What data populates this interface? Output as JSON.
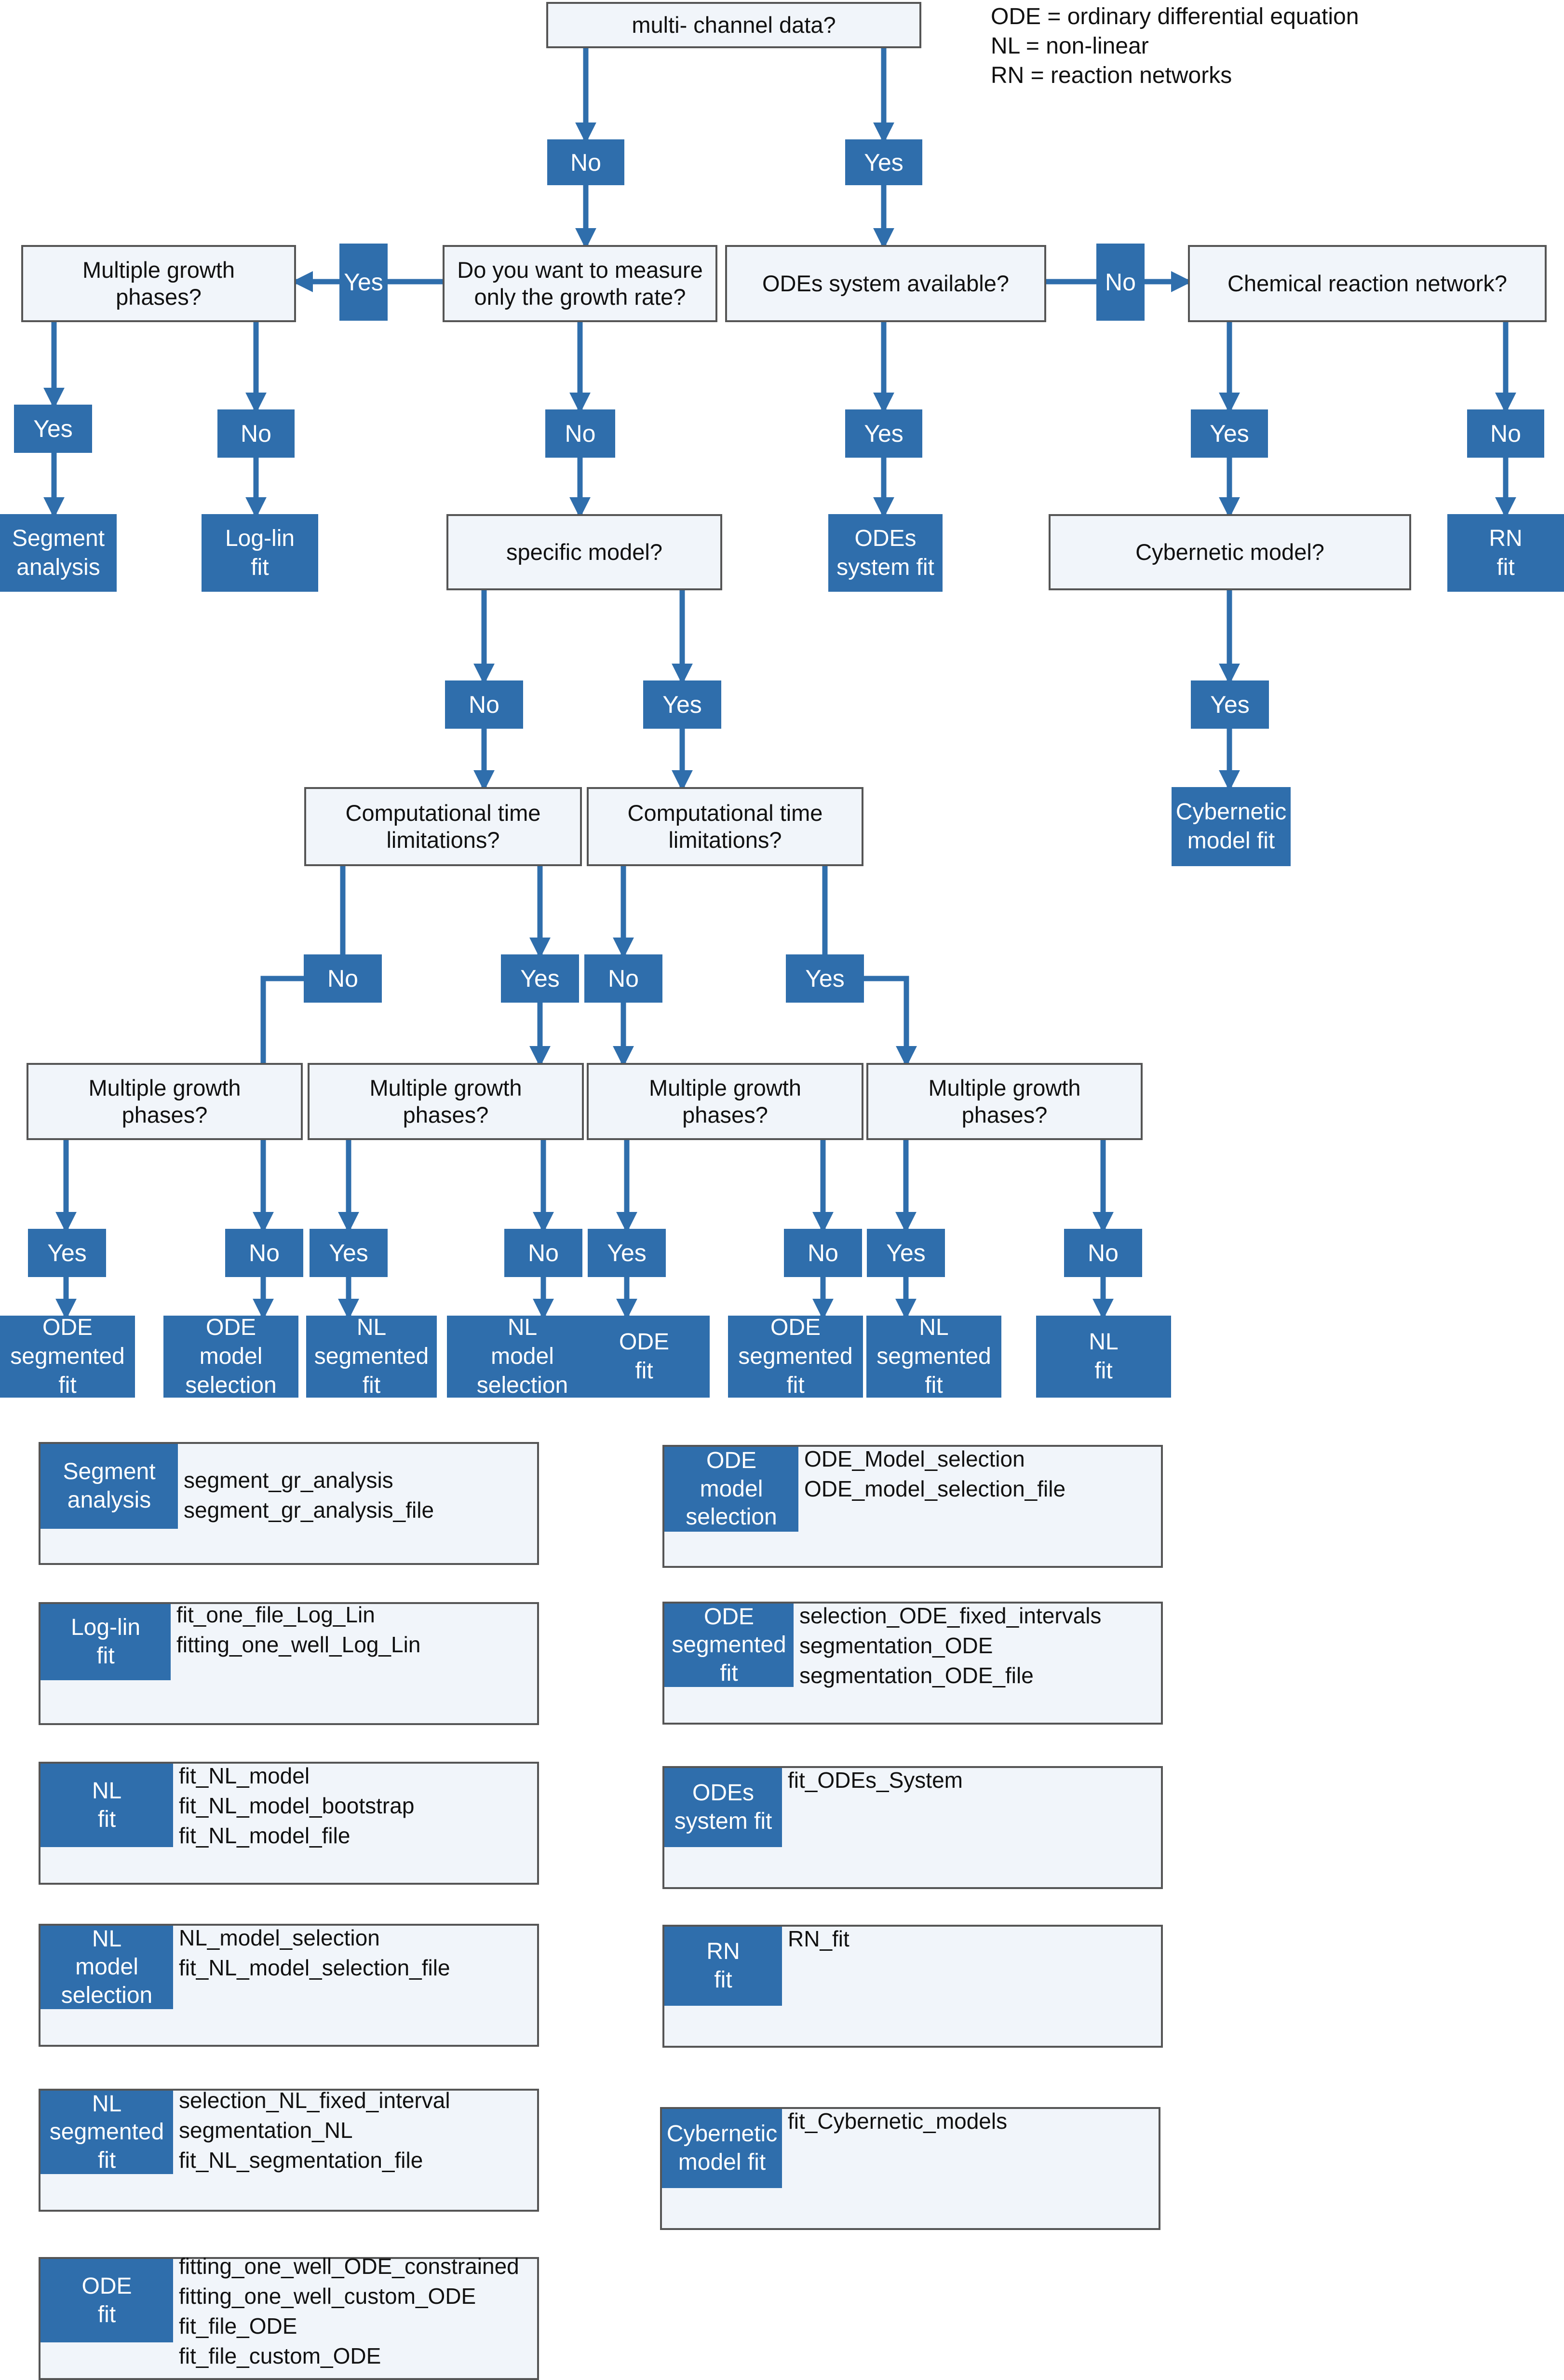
{
  "legend": [
    "ODE = ordinary differential equation",
    "NL = non-linear",
    "RN = reaction networks"
  ],
  "questions": {
    "q_multichannel": "multi- channel data?",
    "q_growth_rate": "Do you want to measure\nonly the growth rate?",
    "q_multi_phase_top": "Multiple growth\nphases?",
    "q_odes_available": "ODEs system available?",
    "q_chem_network": "Chemical reaction network?",
    "q_specific_model": "specific model?",
    "q_cybernetic": "Cybernetic model?",
    "q_comp_time_1": "Computational time\nlimitations?",
    "q_comp_time_2": "Computational time\nlimitations?",
    "q_multi_phase_1": "Multiple growth\nphases?",
    "q_multi_phase_2": "Multiple growth\nphases?",
    "q_multi_phase_3": "Multiple growth\nphases?",
    "q_multi_phase_4": "Multiple growth\nphases?"
  },
  "answers": {
    "yes": "Yes",
    "no": "No"
  },
  "results": {
    "segment_analysis": "Segment\nanalysis",
    "log_lin_fit": "Log-lin\nfit",
    "odes_system_fit": "ODEs\nsystem fit",
    "rn_fit": "RN\nfit",
    "cybernetic_fit": "Cybernetic\nmodel fit",
    "ode_segmented_fit_1": "ODE\nsegmented\nfit",
    "ode_model_selection": "ODE\nmodel\nselection",
    "nl_segmented_fit_1": "NL\nsegmented\nfit",
    "nl_model_selection": "NL\nmodel\nselection",
    "ode_fit": "ODE\nfit",
    "ode_segmented_fit_2": "ODE\nsegmented\nfit",
    "nl_segmented_fit_2": "NL\nsegmented\nfit",
    "nl_fit": "NL\nfit"
  },
  "functions": [
    {
      "label": "Segment\nanalysis",
      "items": [
        "segment_gr_analysis",
        "segment_gr_analysis_file"
      ]
    },
    {
      "label": "Log-lin\nfit",
      "items": [
        "fit_one_file_Log_Lin",
        "fitting_one_well_Log_Lin"
      ]
    },
    {
      "label": "NL\nfit",
      "items": [
        "fit_NL_model",
        "fit_NL_model_bootstrap",
        "fit_NL_model_file"
      ]
    },
    {
      "label": "NL\nmodel\nselection",
      "items": [
        "NL_model_selection",
        "fit_NL_model_selection_file"
      ]
    },
    {
      "label": "NL\nsegmented\nfit",
      "items": [
        "selection_NL_fixed_interval",
        "segmentation_NL",
        "fit_NL_segmentation_file"
      ]
    },
    {
      "label": "ODE\nfit",
      "items": [
        "fitting_one_well_ODE_constrained",
        "fitting_one_well_custom_ODE",
        "fit_file_ODE",
        "fit_file_custom_ODE"
      ]
    },
    {
      "label": "ODE\nmodel\nselection",
      "items": [
        "ODE_Model_selection",
        "ODE_model_selection_file"
      ]
    },
    {
      "label": "ODE\nsegmented\nfit",
      "items": [
        "selection_ODE_fixed_intervals",
        "segmentation_ODE",
        "segmentation_ODE_file"
      ]
    },
    {
      "label": "ODEs\nsystem fit",
      "items": [
        "fit_ODEs_System"
      ]
    },
    {
      "label": "RN\nfit",
      "items": [
        "RN_fit"
      ]
    },
    {
      "label": "Cybernetic\nmodel fit",
      "items": [
        "fit_Cybernetic_models"
      ]
    }
  ],
  "colors": {
    "accent": "#2f6eac",
    "question_fill": "#f1f5fa",
    "border": "#555555"
  }
}
